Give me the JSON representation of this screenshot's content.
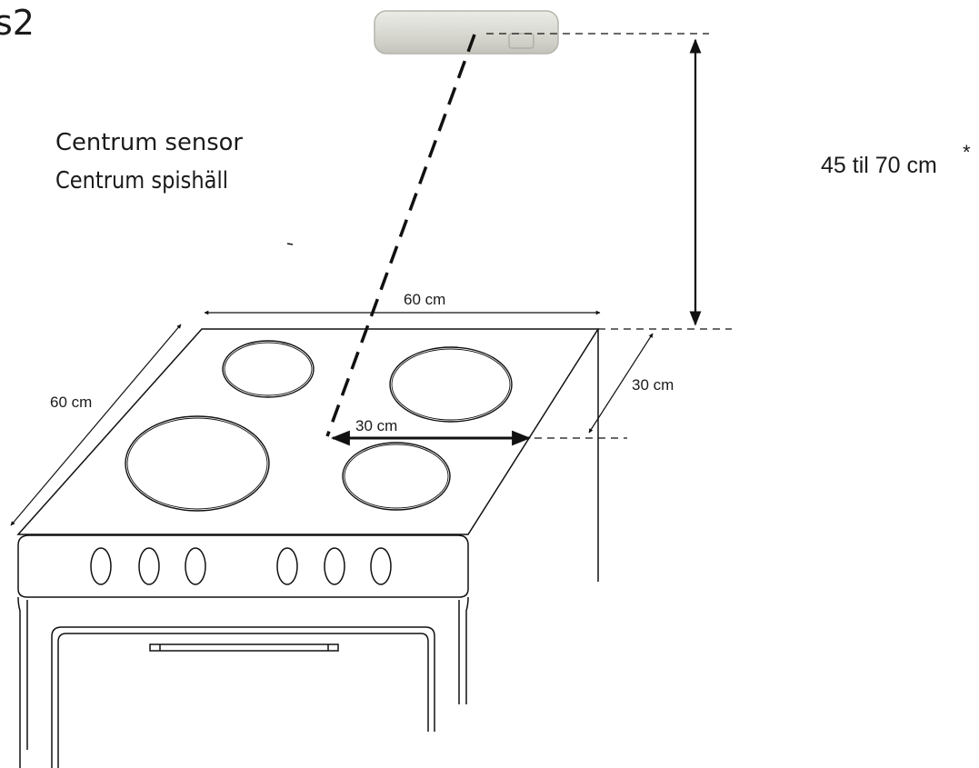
{
  "figure": {
    "corner_label": "s2",
    "legend_line1": "Centrum sensor",
    "legend_line2": "Centrum spishäll",
    "height_label": "45 til 70 cm",
    "height_asterisk": "*",
    "width_label": "60 cm",
    "depth_label": "60 cm",
    "center_depth_label": "30 cm",
    "center_width_label": "30 cm"
  },
  "colors": {
    "line": "#111111",
    "sensor_body": "#dcdcd6",
    "sensor_edge": "#b5b5ad"
  }
}
